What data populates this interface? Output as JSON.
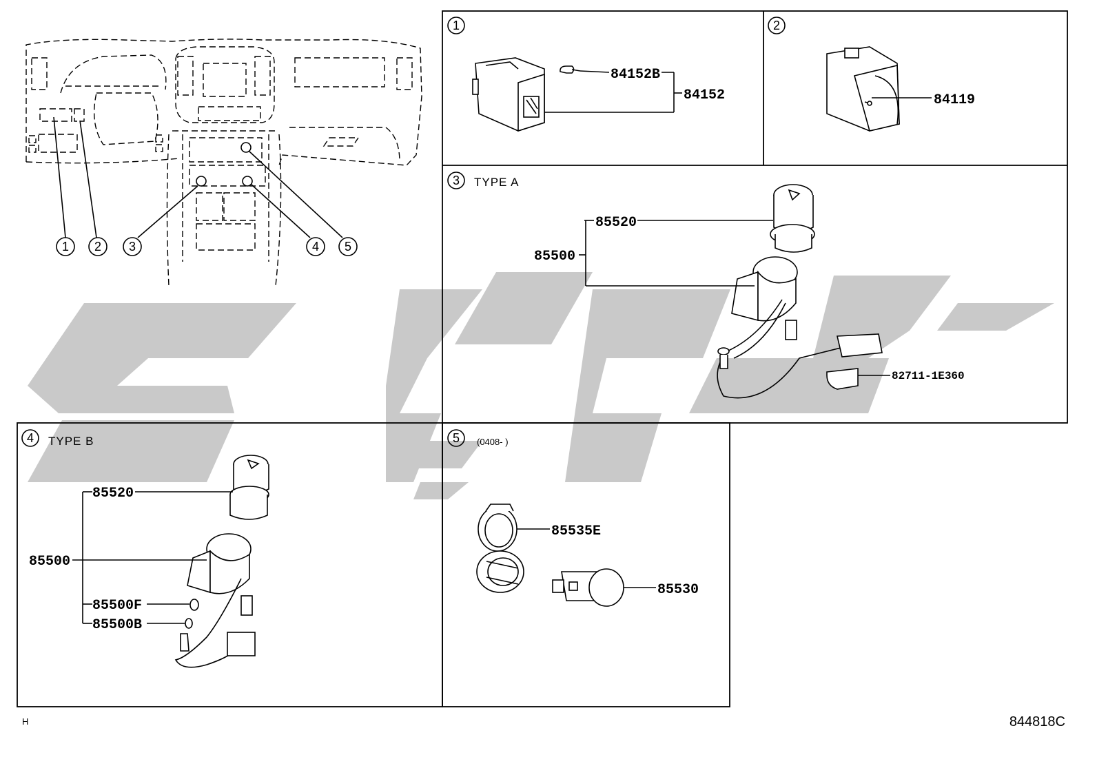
{
  "diagram": {
    "locator": {
      "callouts": [
        "1",
        "2",
        "3",
        "4",
        "5"
      ]
    },
    "panels": [
      {
        "id": "1",
        "title": "",
        "parts": [
          "84152B",
          "84152"
        ]
      },
      {
        "id": "2",
        "title": "",
        "parts": [
          "84119"
        ]
      },
      {
        "id": "3",
        "title": "TYPE A",
        "parts": [
          "85520",
          "85500",
          "82711-1E360"
        ]
      },
      {
        "id": "4",
        "title": "TYPE B",
        "parts": [
          "85520",
          "85500",
          "85500F",
          "85500B"
        ]
      },
      {
        "id": "5",
        "title": "(0408-        )",
        "parts": [
          "85535E",
          "85530"
        ]
      }
    ],
    "footer": {
      "left_mark": "H",
      "reference": "844818C"
    }
  }
}
